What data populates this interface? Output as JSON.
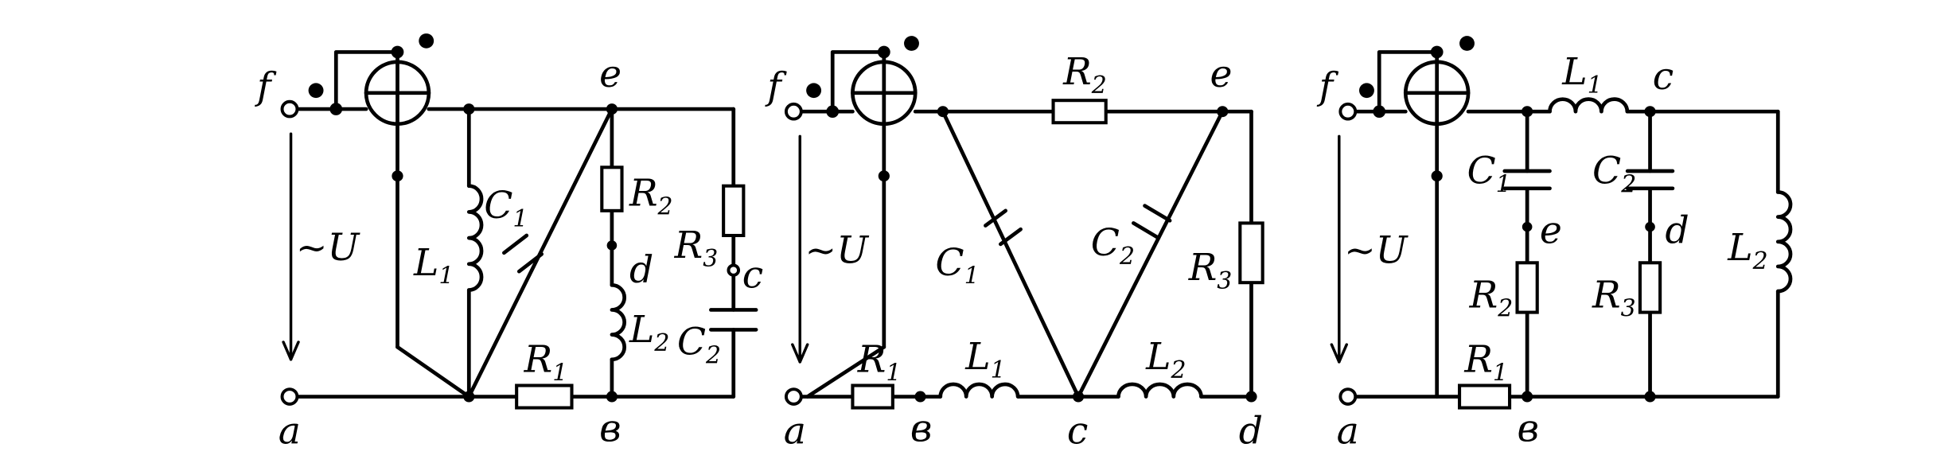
{
  "circuits": [
    {
      "id": "circuit-1",
      "nodes": {
        "f": "f",
        "e": "e",
        "d": "d",
        "c": "c",
        "a": "a",
        "b": "в"
      },
      "source": "~U",
      "components": [
        {
          "id": "L1",
          "sym": "L",
          "sub": "1"
        },
        {
          "id": "C1",
          "sym": "C",
          "sub": "1"
        },
        {
          "id": "R2",
          "sym": "R",
          "sub": "2"
        },
        {
          "id": "L2",
          "sym": "L",
          "sub": "2"
        },
        {
          "id": "R3",
          "sym": "R",
          "sub": "3"
        },
        {
          "id": "C2",
          "sym": "C",
          "sub": "2"
        },
        {
          "id": "R1",
          "sym": "R",
          "sub": "1"
        }
      ]
    },
    {
      "id": "circuit-2",
      "nodes": {
        "f": "f",
        "e": "e",
        "a": "a",
        "b": "в",
        "c": "c",
        "d": "d"
      },
      "source": "~U",
      "components": [
        {
          "id": "R2",
          "sym": "R",
          "sub": "2"
        },
        {
          "id": "C1",
          "sym": "C",
          "sub": "1"
        },
        {
          "id": "C2",
          "sym": "C",
          "sub": "2"
        },
        {
          "id": "R3",
          "sym": "R",
          "sub": "3"
        },
        {
          "id": "R1",
          "sym": "R",
          "sub": "1"
        },
        {
          "id": "L1",
          "sym": "L",
          "sub": "1"
        },
        {
          "id": "L2",
          "sym": "L",
          "sub": "2"
        }
      ]
    },
    {
      "id": "circuit-3",
      "nodes": {
        "f": "f",
        "c": "c",
        "e": "e",
        "d": "d",
        "a": "a",
        "b": "в"
      },
      "source": "~U",
      "components": [
        {
          "id": "L1",
          "sym": "L",
          "sub": "1"
        },
        {
          "id": "C1",
          "sym": "C",
          "sub": "1"
        },
        {
          "id": "C2",
          "sym": "C",
          "sub": "2"
        },
        {
          "id": "R2",
          "sym": "R",
          "sub": "2"
        },
        {
          "id": "R3",
          "sym": "R",
          "sub": "3"
        },
        {
          "id": "L2",
          "sym": "L",
          "sub": "2"
        },
        {
          "id": "R1",
          "sym": "R",
          "sub": "1"
        }
      ]
    }
  ]
}
